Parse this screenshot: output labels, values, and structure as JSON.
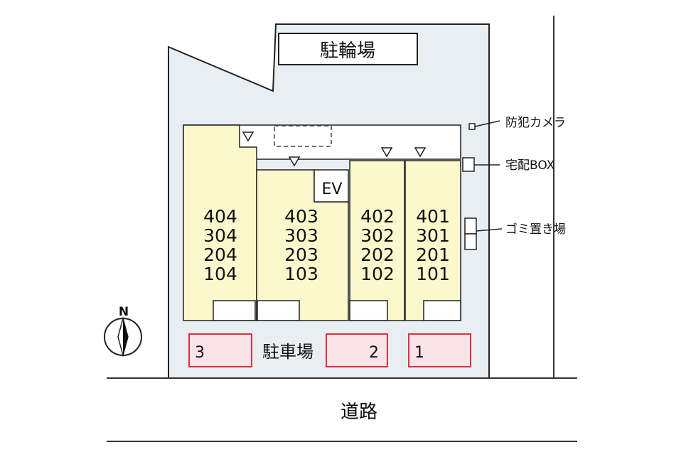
{
  "bicycle_parking": "駐輪場",
  "elevator": "EV",
  "units": [
    [
      "404",
      "304",
      "204",
      "104"
    ],
    [
      "403",
      "303",
      "203",
      "103"
    ],
    [
      "402",
      "302",
      "202",
      "102"
    ],
    [
      "401",
      "301",
      "201",
      "101"
    ]
  ],
  "callouts": {
    "security_camera": "防犯カメラ",
    "delivery_box": "宅配BOX",
    "garbage_area": "ゴミ置き場"
  },
  "parking": {
    "label": "駐車場",
    "spaces": [
      "3",
      "2",
      "1"
    ]
  },
  "compass": "N",
  "road": "道路",
  "colors": {
    "site": "#e9eef2",
    "unit_fill": "#fcf8cd",
    "parking_fill": "#fbe3ea",
    "parking_border": "#e0313c"
  }
}
